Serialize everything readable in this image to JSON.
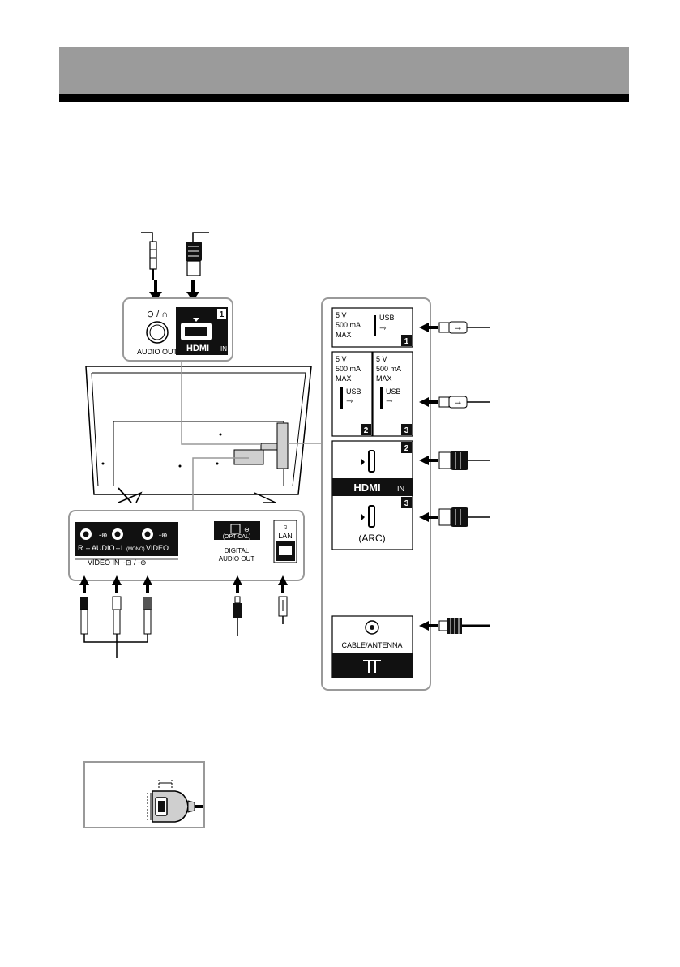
{
  "header": {
    "band_color": "#9b9b9b",
    "rule_color": "#000000"
  },
  "tv_top_panel": {
    "audio_out_label": "AUDIO OUT",
    "audio_out_symbol": "⊖ / ∩",
    "hdmi1_number": "1",
    "hdmi_logo": "HDMI",
    "hdmi_in_suffix": "IN"
  },
  "tv_bottom_panel": {
    "audio_r": "R",
    "audio_label": "AUDIO",
    "audio_l": "L",
    "mono": "(MONO)",
    "video_label": "VIDEO",
    "video_in_label": "VIDEO IN",
    "optical_label": "(OPTICAL)",
    "digital_label": "DIGITAL",
    "audio_out_label": "AUDIO OUT",
    "lan_label": "LAN"
  },
  "side_panel": {
    "usb1": {
      "voltage": "5 V",
      "current": "500 mA",
      "max": "MAX",
      "usb": "USB",
      "number": "1"
    },
    "usb2": {
      "voltage": "5 V",
      "current": "500 mA",
      "max": "MAX",
      "usb": "USB",
      "number": "2"
    },
    "usb3": {
      "voltage": "5 V",
      "current": "500 mA",
      "max": "MAX",
      "usb": "USB",
      "number": "3"
    },
    "hdmi2_number": "2",
    "hdmi_logo": "HDMI",
    "hdmi_in_suffix": "IN",
    "hdmi3_number": "3",
    "arc_label": "(ARC)",
    "antenna_label": "CABLE/ANTENNA"
  }
}
